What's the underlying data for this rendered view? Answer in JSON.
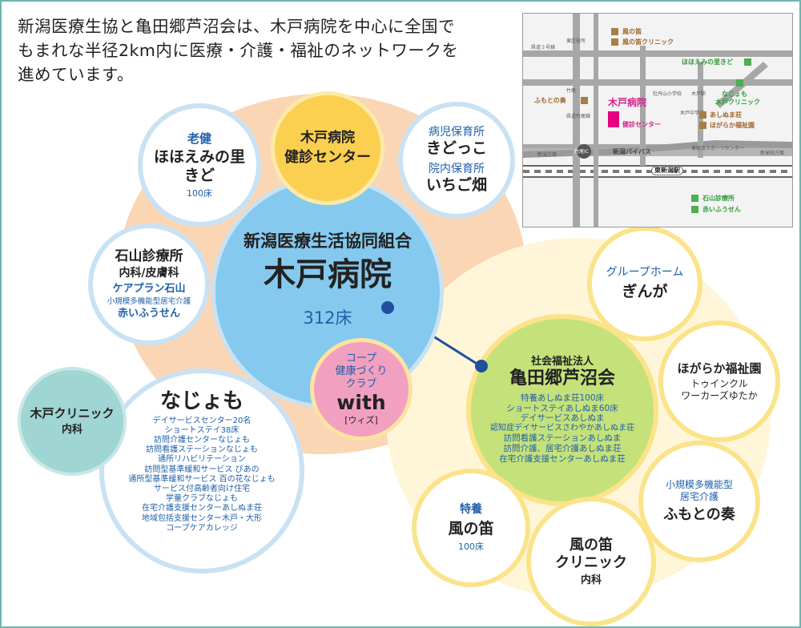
{
  "intro": {
    "lines": [
      "新潟医療生協と亀田郷芦沼会は、木戸病院を中心に全国で",
      "もまれな半径2km内に医療・介護・福祉のネットワークを",
      "進めています。"
    ]
  },
  "main_hospital": {
    "org": "新潟医療生活協同組合",
    "name": "木戸病院",
    "beds": "312床"
  },
  "health_center": {
    "lines": [
      "木戸病院",
      "健診センター"
    ]
  },
  "rouken": {
    "category": "老健",
    "name_lines": [
      "ほほえみの里",
      "きど"
    ],
    "beds": "100床"
  },
  "childcare": {
    "label1": "病児保育所",
    "name1": "きどっこ",
    "label2": "院内保育所",
    "name2": "いちご畑"
  },
  "ishiyama": {
    "name": "石山診療所",
    "dept": "内科/皮膚科",
    "careplan": "ケアプラン石山",
    "service": "小規模多機能型居宅介護",
    "service_name": "赤いふうせん"
  },
  "with_club": {
    "lines": [
      "コープ",
      "健康づくり",
      "クラブ"
    ],
    "name": "with",
    "reading": "[ウィズ]"
  },
  "kido_clinic": {
    "name": "木戸クリニック",
    "dept": "内科"
  },
  "najomo": {
    "name": "なじょも",
    "services": [
      "デイサービスセンター20名",
      "ショートステイ38床",
      "訪問介護センターなじょも",
      "訪問看護ステーションなじょも",
      "通所リハビリテーション",
      "訪問型基準緩和サービス ぴあの",
      "通所型基準緩和サービス 百の花なじょも",
      "サービス付高齢者向け住宅",
      "学童クラブなじょも",
      "在宅介護支援センターあしぬま荘",
      "地域包括支援センター木戸・大形",
      "コープケアカレッジ"
    ]
  },
  "kameda": {
    "corp": "社会福祉法人",
    "name": "亀田郷芦沼会",
    "services": [
      "特養あしぬま荘100床",
      "ショートステイあしぬま60床",
      "デイサービスあしぬま",
      "認知症デイサービスさわやかあしぬま荘",
      "訪問看護ステーションあしぬま",
      "訪問介護、居宅介護あしぬま荘",
      "在宅介護支援センターあしぬま荘"
    ]
  },
  "gh_ginga": {
    "category": "グループホーム",
    "name": "ぎんが"
  },
  "hogaraka": {
    "name": "ほがらか福祉園",
    "sub_lines": [
      "トゥインクル",
      "ワーカーズゆたか"
    ]
  },
  "fumoto": {
    "lines": [
      "小規模多機能型",
      "居宅介護"
    ],
    "name": "ふもとの奏"
  },
  "kaze_clinic": {
    "lines": [
      "風の笛",
      "クリニック"
    ],
    "dept": "内科"
  },
  "tokuyo_kaze": {
    "category": "特養",
    "name": "風の笛",
    "beds": "100床"
  },
  "map": {
    "labels": {
      "kaze1": "風の笛",
      "kaze2": "風の笛クリニック",
      "hohoemi": "ほほえみの里きど",
      "najomo": "なじょも",
      "kido_clinic": "木戸クリニック",
      "ashinuma": "あしぬま荘",
      "hogaraka": "ほがらか福祉園",
      "fumoto": "ふもとの奏",
      "kido_hospital": "木戸病院",
      "kenshin": "健診センター",
      "ishiyama": "石山診療所",
      "akai": "赤いふうせん",
      "higashi_niigata": "東新潟駅",
      "bypass": "新潟バイパス",
      "ic": "竹尾IC",
      "higashi_kuyakusho": "東区役所",
      "kenmichi3": "県道３号線",
      "school": "牡丹山小学校",
      "kido_chugakko": "木戸中学校",
      "sports": "東総合スポーツセンター",
      "shinshibata": "新発田方面",
      "niigata_homen": "新潟方面",
      "takeo": "竹尾",
      "kenmichi_v": "県道竹尾線",
      "kido_eki": "木戸駅"
    }
  }
}
